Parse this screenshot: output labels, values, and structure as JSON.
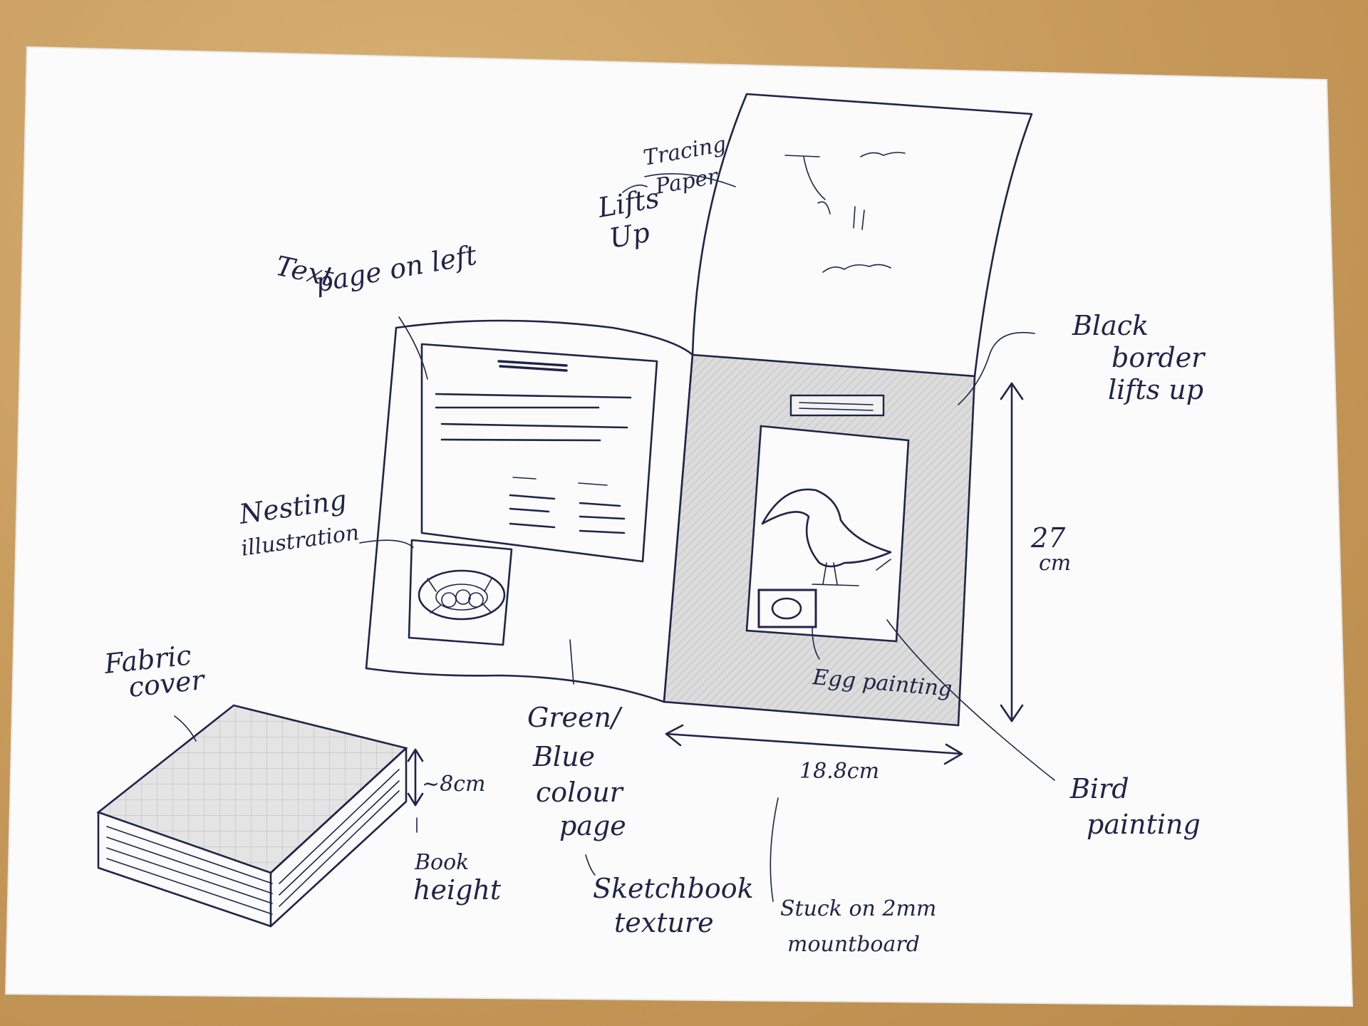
{
  "labels": {
    "tracing_paper_1": "Tracing",
    "tracing_paper_2": "Paper",
    "lifts_up_1": "Lifts",
    "lifts_up_2": "Up",
    "text_page_1": "Text",
    "text_page_2": "page on left",
    "black_border_1": "Black",
    "black_border_2": "border",
    "black_border_3": "lifts up",
    "nesting_1": "Nesting",
    "nesting_2": "illustration",
    "height_value_1": "27",
    "height_value_2": "cm",
    "egg_painting": "Egg painting",
    "fabric_cover_1": "Fabric",
    "fabric_cover_2": "cover",
    "green_blue_1": "Green/",
    "green_blue_2": "Blue",
    "green_blue_3": "colour",
    "green_blue_4": "page",
    "width_value": "18.8cm",
    "book_height_value": "~8cm",
    "book_height_1": "Book",
    "book_height_2": "height",
    "sketchbook_1": "Sketchbook",
    "sketchbook_2": "texture",
    "stuck_on_1": "Stuck on 2mm",
    "stuck_on_2": "mountboard",
    "bird_painting_1": "Bird",
    "bird_painting_2": "painting"
  },
  "colors": {
    "table": "#c99d5e",
    "paper": "#fbfbfb",
    "ink": "#1f2448",
    "shading": "#d6d6d6"
  }
}
